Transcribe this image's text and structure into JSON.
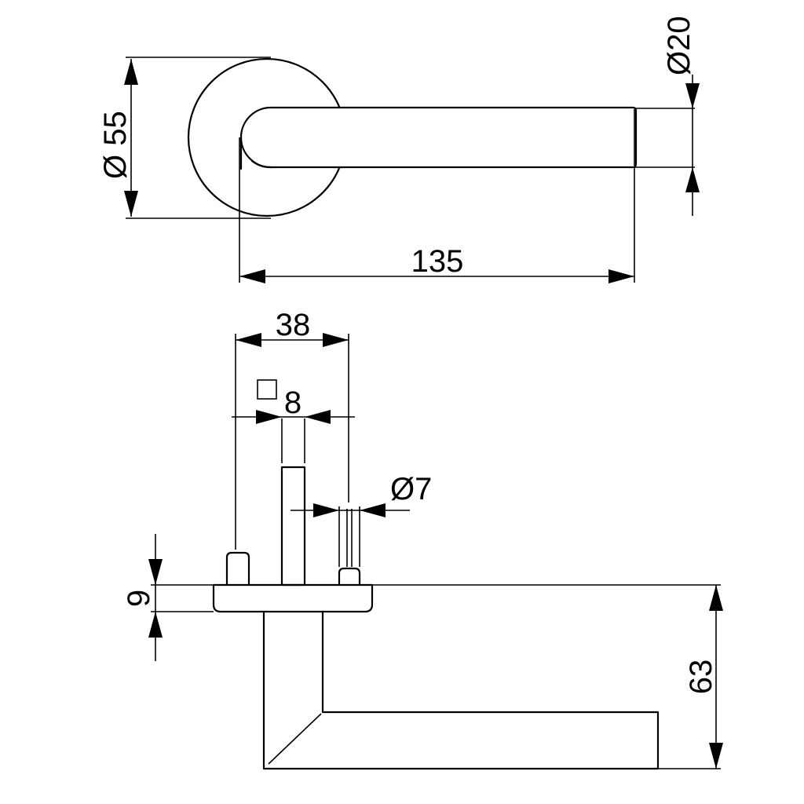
{
  "top_view": {
    "rose_diameter": "Ø 55",
    "handle_diameter": "Ø20",
    "handle_length": "135"
  },
  "side_view": {
    "spindle_spacing": "38",
    "square_symbol": "□",
    "square_size": "8",
    "pin_diameter": "Ø7",
    "rose_thickness": "9",
    "projection": "63"
  }
}
